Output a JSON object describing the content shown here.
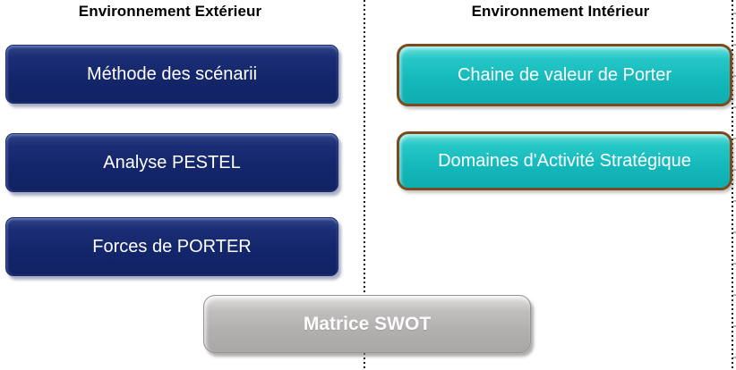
{
  "left_column": {
    "title": "Environnement Extérieur",
    "buttons": [
      "Méthode des scénarii",
      "Analyse PESTEL",
      "Forces de PORTER"
    ]
  },
  "right_column": {
    "title": "Environnement Intérieur",
    "buttons": [
      "Chaine de valeur de Porter",
      "Domaines d'Activité Stratégique"
    ]
  },
  "bottom": {
    "button": "Matrice SWOT"
  },
  "colors": {
    "exterior_button": "#14266b",
    "interior_button": "#13b7b9",
    "interior_button_border": "#7a4b1e",
    "swot_button": "#b3b0b0",
    "button_text": "#ffffff",
    "header_text": "#000000",
    "divider": "#161616"
  }
}
